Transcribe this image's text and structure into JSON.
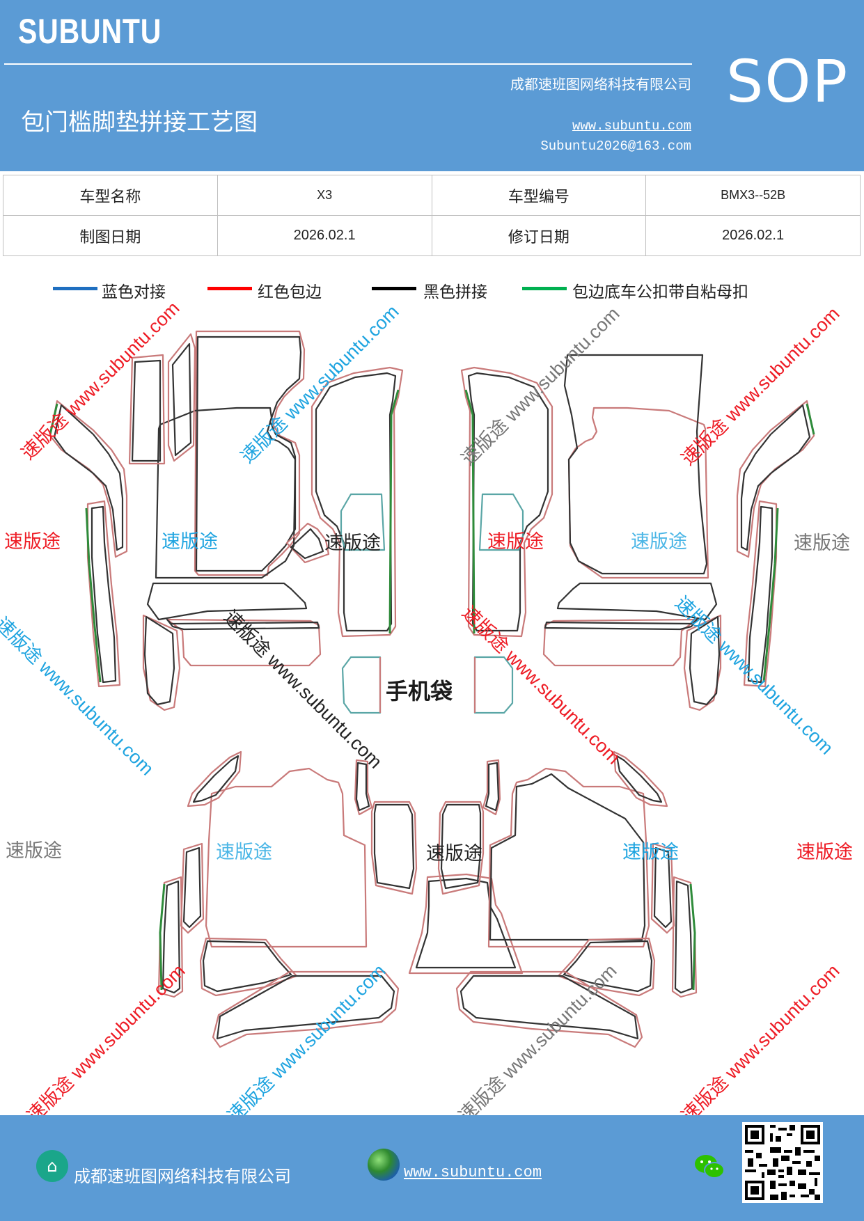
{
  "header": {
    "brand": "SUBUNTU",
    "company": "成都速班图网络科技有限公司",
    "title": "包门槛脚垫拼接工艺图",
    "website": "www.subuntu.com",
    "email": "Subuntu2026@163.com",
    "sop": "SOP"
  },
  "info": {
    "model_name_label": "车型名称",
    "model_name": "X3",
    "model_code_label": "车型编号",
    "model_code": "BMX3--52B",
    "draw_date_label": "制图日期",
    "draw_date": "2026.02.1",
    "revise_date_label": "修订日期",
    "revise_date": "2026.02.1"
  },
  "legend": [
    {
      "label": "蓝色对接",
      "color": "#1f6fc0"
    },
    {
      "label": "红色包边",
      "color": "#ff0000"
    },
    {
      "label": "黑色拼接",
      "color": "#000000"
    },
    {
      "label": "包边底车公扣带自粘母扣",
      "color": "#00b050"
    }
  ],
  "drawing": {
    "phone_bag_label": "手机袋",
    "outline_red": "#c97a7a",
    "outline_black": "#333333",
    "outline_green": "#2e8b3a",
    "outline_teal": "#5aa6a6"
  },
  "watermarks": {
    "brand_word": "速版途",
    "url": "www.subuntu.com",
    "colors": {
      "red": "#ee1c25",
      "blue": "#1fa4e0",
      "gray": "#777777",
      "black": "#222222"
    }
  },
  "footer": {
    "company": "成都速班图网络科技有限公司",
    "website": "www.subuntu.com",
    "home_icon": "home-icon",
    "globe_icon": "globe-icon",
    "wechat_icon": "wechat-icon",
    "qr_icon": "qr-code"
  }
}
